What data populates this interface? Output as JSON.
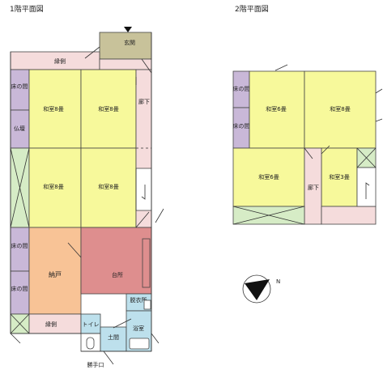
{
  "floor1": {
    "title": "1階平面図",
    "rooms": {
      "genkan": "玄関",
      "engawa_top": "縁側",
      "tokonoma_1": "床の間",
      "butsudan": "仏壇",
      "washitsu_1": "和室8畳",
      "washitsu_2": "和室8畳",
      "washitsu_3": "和室8畳",
      "washitsu_4": "和室8畳",
      "rouka_1": "廊下",
      "tokonoma_2": "床の間",
      "tokonoma_3": "床の間",
      "nando": "納戸",
      "daidokoro": "台所",
      "datsuijo": "脱衣所",
      "yokushitsu": "浴室",
      "engawa_bottom": "縁側",
      "toilet": "トイレ",
      "doma": "土間",
      "katteguchi": "勝手口"
    }
  },
  "floor2": {
    "title": "2階平面図",
    "rooms": {
      "tokonoma_1": "床の間",
      "tokonoma_2": "床の間",
      "washitsu_1": "和室6畳",
      "washitsu_2": "和室8畳",
      "washitsu_3": "和室6畳",
      "washitsu_4": "和室3畳",
      "rouka": "廊下"
    }
  },
  "compass": {
    "label": "N"
  },
  "colors": {
    "washitsu": "#f7f99b",
    "engawa": "#f5dcdc",
    "genkan": "#c8c29a",
    "tokonoma": "#c9b8d8",
    "nando": "#f8c396",
    "daidokoro": "#de8e8e",
    "bath": "#bde0ec",
    "void": "#d6ecc6",
    "stair": "#ffffff"
  }
}
